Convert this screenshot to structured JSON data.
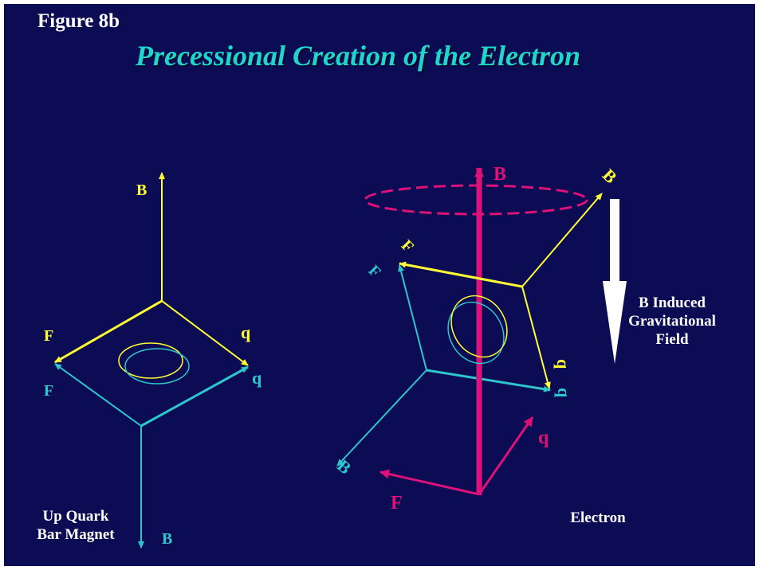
{
  "figure_label": "Figure 8b",
  "title": "Precessional Creation of the Electron",
  "left_diagram": {
    "b_top": "B",
    "b_bottom": "B",
    "f_yellow": "F",
    "f_cyan": "F",
    "q_yellow": "q",
    "q_cyan": "q",
    "caption_line1": "Up Quark",
    "caption_line2": "Bar Magnet"
  },
  "right_diagram": {
    "b_axis": "B",
    "b_tilted": "B",
    "b_cyan": "B",
    "f_yellow": "F",
    "f_cyan": "F",
    "f_magenta": "F",
    "q_yellow": "q",
    "q_cyan": "q",
    "q_magenta": "q",
    "caption": "Electron"
  },
  "field_note": {
    "line1": "B Induced",
    "line2": "Gravitational",
    "line3": "Field"
  },
  "colors": {
    "background": "#0c0c55",
    "yellow": "#ffff33",
    "cyan": "#2cc6cc",
    "magenta": "#dd1177",
    "title": "#1fd6cf"
  }
}
